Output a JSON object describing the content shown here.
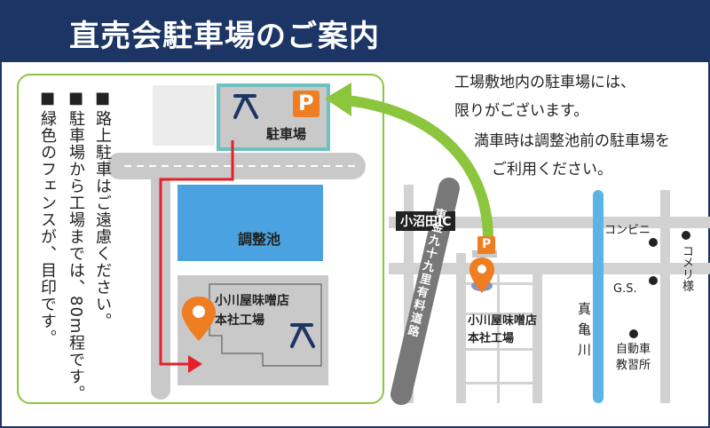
{
  "header": {
    "title": "直売会駐車場のご案内"
  },
  "detail_map": {
    "notes": [
      "路上駐車はご遠慮ください。",
      "駐車場から工場までは、80m程です。",
      "緑色のフェンスが、目印です。"
    ],
    "parking_label": "駐車場",
    "parking_sign": "P",
    "pond_label": "調整池",
    "factory_label_1": "小川屋味噌店",
    "factory_label_2": "本社工場"
  },
  "info": {
    "line1": "工場敷地内の駐車場には、",
    "line2": "限りがございます。",
    "line3": "満車時は調整池前の駐車場を",
    "line4": "ご利用ください。"
  },
  "area_map": {
    "ic_label": "小沼田IC",
    "road_label": "東金九十九里有料道路",
    "river_label": "真亀川",
    "parking_sign": "P",
    "factory_label_1": "小川屋味噌店",
    "factory_label_2": "本社工場",
    "landmarks": {
      "convenience_store": "コンビニ",
      "gas_station": "G.S.",
      "komeri": "コメリ様",
      "driving_school_1": "自動車",
      "driving_school_2": "教習所"
    }
  },
  "colors": {
    "header_bg": "#1c3564",
    "green_arrow": "#8cc63f",
    "red_route": "#e5202b",
    "parking_orange": "#ef7d22",
    "pond_blue": "#4aa3e0",
    "river_blue": "#5ab4e6"
  }
}
